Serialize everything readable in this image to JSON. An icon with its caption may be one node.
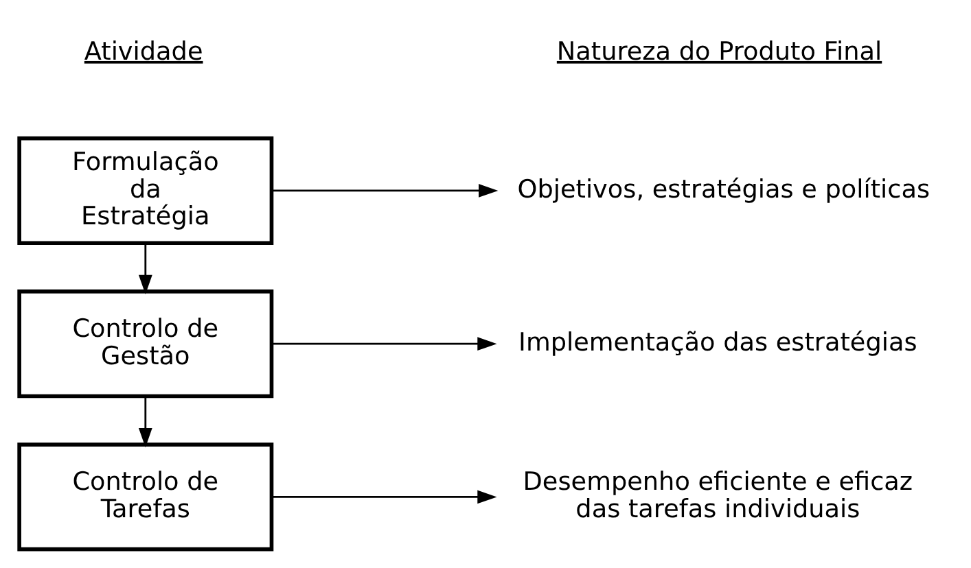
{
  "diagram": {
    "nodes": [
      {
        "text": [
          "Formulação da Estratégia"
        ]
      },
      {
        "text": [
          "Objetivos, estratégias e políticas"
        ]
      },
      {
        "text": [
          "Controlo de Gestão"
        ]
      },
      {
        "text": [
          "Implementação das estratégias"
        ]
      },
      {
        "text": [
          "Controlo de Tarefas"
        ]
      },
      {
        "text": [
          "Desempenho eficiente e eficaz das tarefas individuais"
        ]
      }
    ],
    "edges": [
      {
        "from": 0,
        "to": 1,
        "arrow": "to"
      },
      {
        "from": 0,
        "to": 2,
        "arrow": "to"
      },
      {
        "from": 2,
        "to": 3,
        "arrow": "to"
      },
      {
        "from": 2,
        "to": 4,
        "arrow": "to"
      },
      {
        "from": 4,
        "to": 5,
        "arrow": "to"
      }
    ],
    "labels": [
      "Atividade",
      "Natureza do Produto Final"
    ]
  }
}
